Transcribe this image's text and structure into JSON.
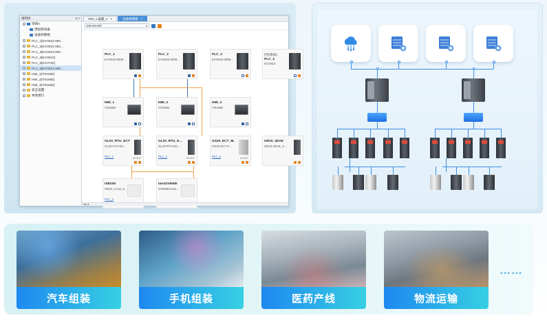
{
  "software": {
    "tree_title": "组织树",
    "tree_pin": "♯ ×",
    "tree": [
      {
        "label": "项目0",
        "level": 0,
        "icon": "project"
      },
      {
        "label": "添加新设备",
        "level": 1,
        "icon": "add"
      },
      {
        "label": "设备和网络",
        "level": 1,
        "icon": "network"
      },
      {
        "label": "PLC_1[EVO523-080…",
        "level": 0,
        "icon": "folder"
      },
      {
        "label": "PLC_2[EVO522-080…",
        "level": 0,
        "icon": "folder"
      },
      {
        "label": "PLC_3[EVO523-080…",
        "level": 0,
        "icon": "folder"
      },
      {
        "label": "PLC_4[EVO810]",
        "level": 0,
        "icon": "folder"
      },
      {
        "label": "PLC_5[EVO763]",
        "level": 0,
        "icon": "folder"
      },
      {
        "label": "PLC_6[EVO521-080…",
        "level": 0,
        "icon": "folder",
        "selected": true
      },
      {
        "label": "HMI_1[IT9156E]",
        "level": 0,
        "icon": "folder"
      },
      {
        "label": "HMI_2[IT9156E]",
        "level": 0,
        "icon": "folder"
      },
      {
        "label": "HMI_3[IT9156E]",
        "level": 0,
        "icon": "folder"
      },
      {
        "label": "安全设置",
        "level": 0,
        "icon": "folder"
      },
      {
        "label": "本地接口",
        "level": 0,
        "icon": "folder"
      }
    ],
    "tabs": [
      {
        "label": "HMI_1.画面_1",
        "active": false
      },
      {
        "label": "设备和网络",
        "active": true
      }
    ],
    "network_select": "EtherNet/IP",
    "devices": [
      {
        "id": "plc1",
        "name": "PLC_1",
        "model": "EVO523-0808…",
        "kind": "plc"
      },
      {
        "id": "plc2",
        "name": "PLC_2",
        "model": "EVO522-0808…",
        "kind": "plc"
      },
      {
        "id": "plc3",
        "name": "PLC_3",
        "model": "EVO523-0808…",
        "kind": "plc"
      },
      {
        "id": "plc4",
        "name": "PLC_4",
        "model": "EVO810",
        "kind": "plc",
        "extra": "控制系统1"
      },
      {
        "id": "hmi1",
        "name": "HMI_1",
        "model": "IT9156E",
        "kind": "hmi"
      },
      {
        "id": "hmi2",
        "name": "HMI_2",
        "model": "IT9156E",
        "kind": "hmi"
      },
      {
        "id": "hmi3",
        "name": "HMI_3",
        "model": "IT9156E",
        "kind": "hmi"
      },
      {
        "id": "gl1",
        "name": "GL20_RTU_ECT",
        "model": "GL20-RTU-EC…",
        "kind": "io",
        "link": "PLC_1",
        "port": "IN OUT"
      },
      {
        "id": "gl2",
        "name": "GL20_RTU_E…",
        "model": "GL20-RTU-EC…",
        "kind": "io",
        "link": "PLC_1",
        "port": "IN OUT"
      },
      {
        "id": "gs",
        "name": "GS20_ECT_8L",
        "model": "GS20-ECT-8…",
        "kind": "io2",
        "link": "PLC_1",
        "port": "IN OUT"
      },
      {
        "id": "gr",
        "name": "GR10_4DAE",
        "model": "GR10-4DAE_S…",
        "kind": "io"
      },
      {
        "id": "is",
        "name": "IS810N",
        "model": "IS810_1Axis_E…",
        "kind": "ghost",
        "link": "PLC_1"
      },
      {
        "id": "inno",
        "name": "InnoSV600E",
        "model": "SV600E1Axis…",
        "kind": "ghost"
      }
    ],
    "bottom_tab": "◂ ▸ ◂"
  },
  "banner": {
    "scenes": [
      {
        "caption": "汽车组装",
        "icon": "car-assembly-scene"
      },
      {
        "caption": "手机组装",
        "icon": "phone-assembly-scene"
      },
      {
        "caption": "医药产线",
        "icon": "pharma-line-scene"
      },
      {
        "caption": "物流运输",
        "icon": "logistics-scene"
      }
    ],
    "more": "……"
  },
  "network": {
    "top_icons": [
      "cloud-icon",
      "server-gear-icon",
      "server-gear-icon",
      "server-gear-icon"
    ],
    "accent": "#3a8ee6"
  }
}
